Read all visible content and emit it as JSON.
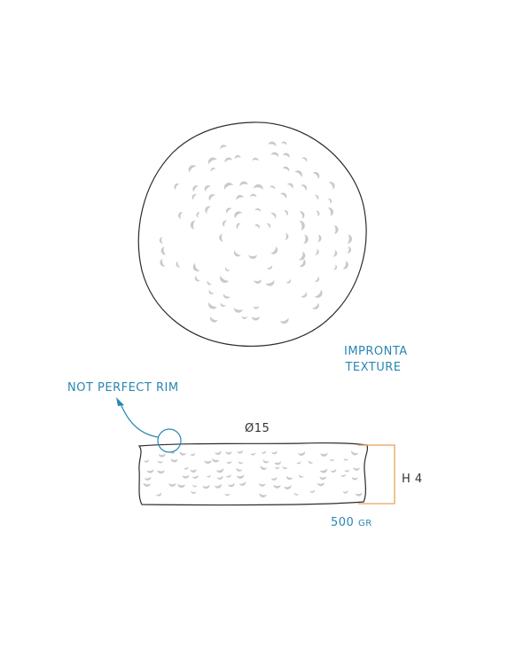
{
  "labels": {
    "texture_line1": "IMPRONTA",
    "texture_line2": "TEXTURE",
    "rim_note": "NOT PERFECT RIM",
    "diameter": "Ø15",
    "height": "H 4",
    "weight_value": "500",
    "weight_unit": "GR"
  },
  "colors": {
    "outline": "#2b2b2b",
    "annotation_blue": "#2a86b3",
    "dimension_orange": "#e6a15a",
    "dimple_shadow": "#c9c9c9"
  }
}
